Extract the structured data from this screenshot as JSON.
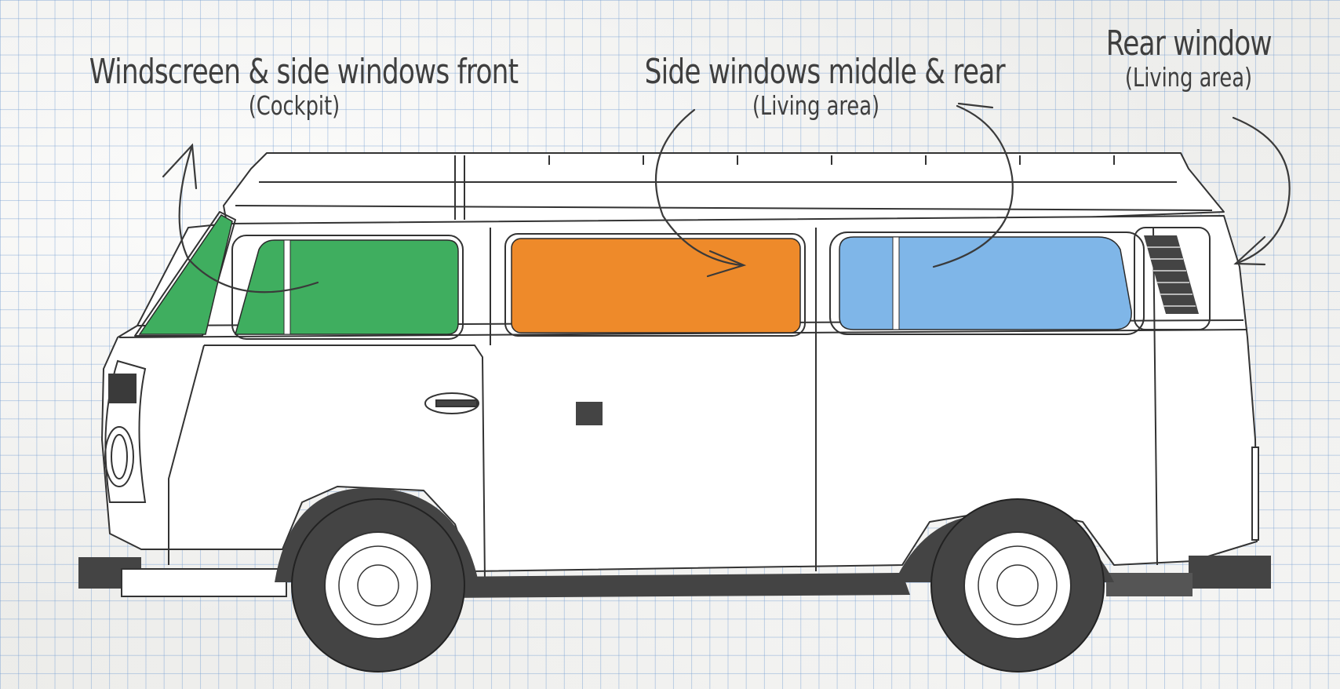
{
  "labels": {
    "front": {
      "title": "Windscreen & side windows front",
      "subtitle": "(Cockpit)"
    },
    "middle": {
      "title": "Side windows middle & rear",
      "subtitle": "(Living area)"
    },
    "rear": {
      "title": "Rear window",
      "subtitle": "(Living area)"
    }
  },
  "colors": {
    "front_windows": "#3fae5f",
    "middle_window": "#ee8a2a",
    "rear_side_windows": "#7fb6e8",
    "body": "#ffffff",
    "outline": "#333333",
    "tires": "#444444"
  },
  "icons": [
    "arrow-front-icon",
    "arrow-middle-down-icon",
    "arrow-middle-up-icon",
    "arrow-rear-icon",
    "van-illustration"
  ]
}
